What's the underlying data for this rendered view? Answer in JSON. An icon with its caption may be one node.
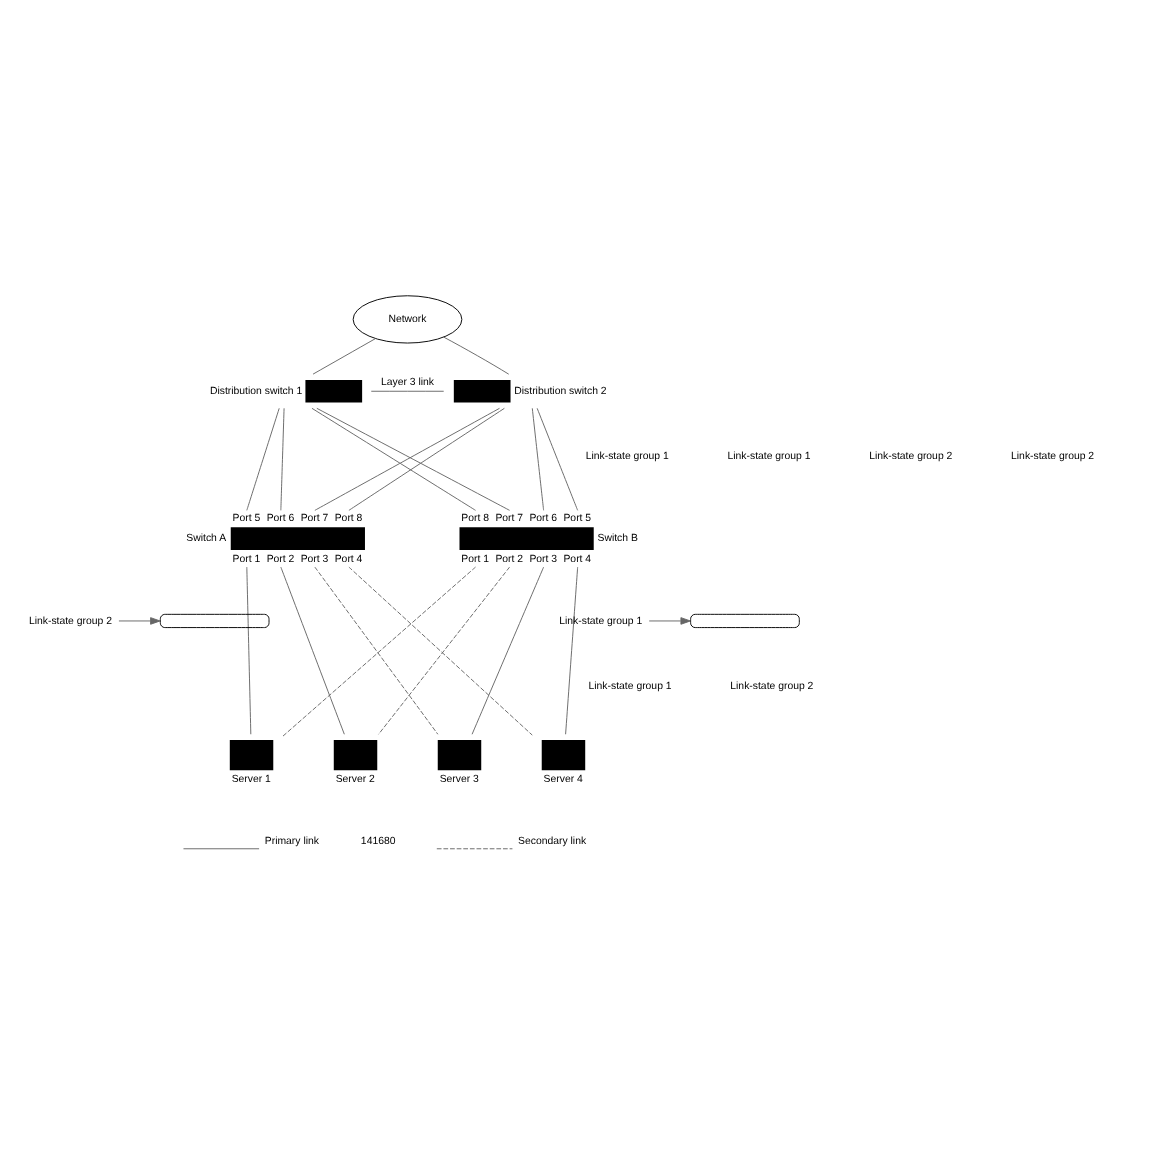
{
  "diagram": {
    "nodes": [
      {
        "text": [
          "Network"
        ]
      },
      {
        "text": [
          "Distribution switch 1"
        ]
      },
      {
        "text": [
          "Distribution switch 2"
        ]
      },
      {
        "text": [
          "Switch A"
        ]
      },
      {
        "text": [
          "Switch B"
        ]
      },
      {
        "text": [
          "Server 1"
        ]
      },
      {
        "text": [
          "Server 2"
        ]
      },
      {
        "text": [
          "Server 3"
        ]
      },
      {
        "text": [
          "Server 4"
        ]
      },
      {
        "text": [
          "Link-state group 2"
        ]
      },
      {
        "text": [],
        "shape": "ellipse"
      },
      {
        "text": [
          "Link-state group 1"
        ]
      },
      {
        "text": [],
        "shape": "ellipse"
      }
    ],
    "edges": [
      {
        "from": 0,
        "to": 1,
        "arrow": "none"
      },
      {
        "from": 0,
        "to": 2,
        "arrow": "none"
      },
      {
        "from": 1,
        "to": 2,
        "arrow": "none",
        "label": "Layer 3 link"
      },
      {
        "from": 1,
        "to": 3,
        "arrow": "none"
      },
      {
        "from": 1,
        "to": 3,
        "arrow": "none"
      },
      {
        "from": 1,
        "to": 4,
        "arrow": "none"
      },
      {
        "from": 1,
        "to": 4,
        "arrow": "none"
      },
      {
        "from": 2,
        "to": 3,
        "arrow": "none"
      },
      {
        "from": 2,
        "to": 3,
        "arrow": "none"
      },
      {
        "from": 2,
        "to": 4,
        "arrow": "none"
      },
      {
        "from": 2,
        "to": 4,
        "arrow": "none"
      },
      {
        "from": 3,
        "to": 5,
        "arrow": "none"
      },
      {
        "from": 3,
        "to": 6,
        "arrow": "none"
      },
      {
        "from": 3,
        "to": 7,
        "arrow": "none",
        "style": "dashed"
      },
      {
        "from": 3,
        "to": 8,
        "arrow": "none",
        "style": "dashed"
      },
      {
        "from": 4,
        "to": 5,
        "arrow": "none",
        "style": "dashed"
      },
      {
        "from": 4,
        "to": 6,
        "arrow": "none",
        "style": "dashed"
      },
      {
        "from": 4,
        "to": 7,
        "arrow": "none"
      },
      {
        "from": 4,
        "to": 8,
        "arrow": "none"
      },
      {
        "from": 9,
        "to": 10,
        "arrow": "to"
      },
      {
        "from": 11,
        "to": 12,
        "arrow": "to"
      }
    ],
    "labels": [
      "Link-state group 1",
      "Link-state group 1",
      "Link-state group 2",
      "Link-state group 2",
      "Port 5",
      "Port 6",
      "Port 7",
      "Port 8",
      "Port 8",
      "Port 7",
      "Port 6",
      "Port 5",
      "Port 1",
      "Port 2",
      "Port 3",
      "Port 4",
      "Port 1",
      "Port 2",
      "Port 3",
      "Port 4",
      "Link-state group 1",
      "Link-state group 2",
      "141680"
    ],
    "legend": [
      {
        "text": "Primary link"
      },
      {
        "text": "Secondary link"
      }
    ]
  }
}
